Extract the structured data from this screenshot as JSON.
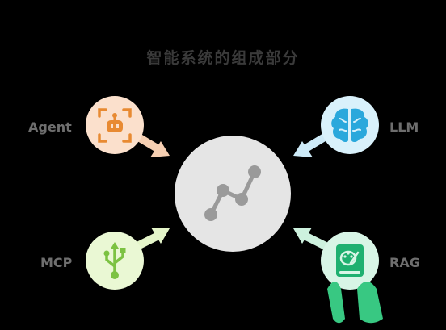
{
  "title": "智能系统的组成部分",
  "center": {
    "icon": "trend-line-icon"
  },
  "nodes": [
    {
      "label": "Agent",
      "icon": "robot-icon",
      "color": "#fbe0cc",
      "icon_color": "#e88a32"
    },
    {
      "label": "LLM",
      "icon": "brain-icon",
      "color": "#d9f1fb",
      "icon_color": "#2aa8dc"
    },
    {
      "label": "MCP",
      "icon": "usb-icon",
      "color": "#eaf8d4",
      "icon_color": "#7cc242"
    },
    {
      "label": "RAG",
      "icon": "palette-book-icon",
      "color": "#d8f5e6",
      "icon_color": "#1fb070"
    }
  ],
  "colors": {
    "background": "#000000",
    "center_fill": "#e5e5e5",
    "center_icon": "#9a9a9a"
  }
}
